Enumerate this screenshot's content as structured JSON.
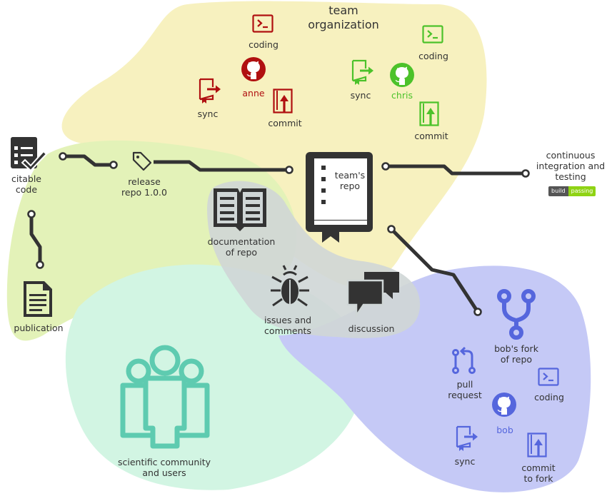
{
  "colors": {
    "ink": "#333333",
    "anne": "#b01010",
    "chris": "#4cc22a",
    "bob": "#5566dd",
    "team_region": "#f7f1bf",
    "citation_region": "#e3f2b8",
    "community_region": "#d2f5e3",
    "fork_region": "#c5c9f6",
    "docs_region": "#cfd6d6",
    "community_icon": "#5ecbb0",
    "badge_left": "#555555",
    "badge_right": "#8fd314"
  },
  "team_organization": {
    "title": "team\norganization",
    "anne": {
      "name": "anne",
      "coding": "coding",
      "sync": "sync",
      "commit": "commit"
    },
    "chris": {
      "name": "chris",
      "coding": "coding",
      "sync": "sync",
      "commit": "commit"
    }
  },
  "citable_code": "citable\ncode",
  "release": "release\nrepo 1.0.0",
  "teams_repo": "team's\nrepo",
  "continuous_integration": {
    "label": "continuous\nintegration and\ntesting",
    "badge_left": "build",
    "badge_right": "passing"
  },
  "documentation": "documentation\nof repo",
  "issues": "issues and\ncomments",
  "discussion": "discussion",
  "publication": "publication",
  "community": "scientific community\nand users",
  "bob": {
    "fork": "bob's fork\nof repo",
    "pull_request": "pull\nrequest",
    "coding": "coding",
    "name": "bob",
    "sync": "sync",
    "commit": "commit\nto fork"
  },
  "icons": [
    "terminal-icon",
    "github-icon",
    "sync-icon",
    "commit-icon",
    "checklist-icon",
    "tag-icon",
    "book-icon",
    "open-book-icon",
    "bug-icon",
    "chat-icon",
    "document-icon",
    "users-icon",
    "fork-icon",
    "pull-request-icon"
  ]
}
